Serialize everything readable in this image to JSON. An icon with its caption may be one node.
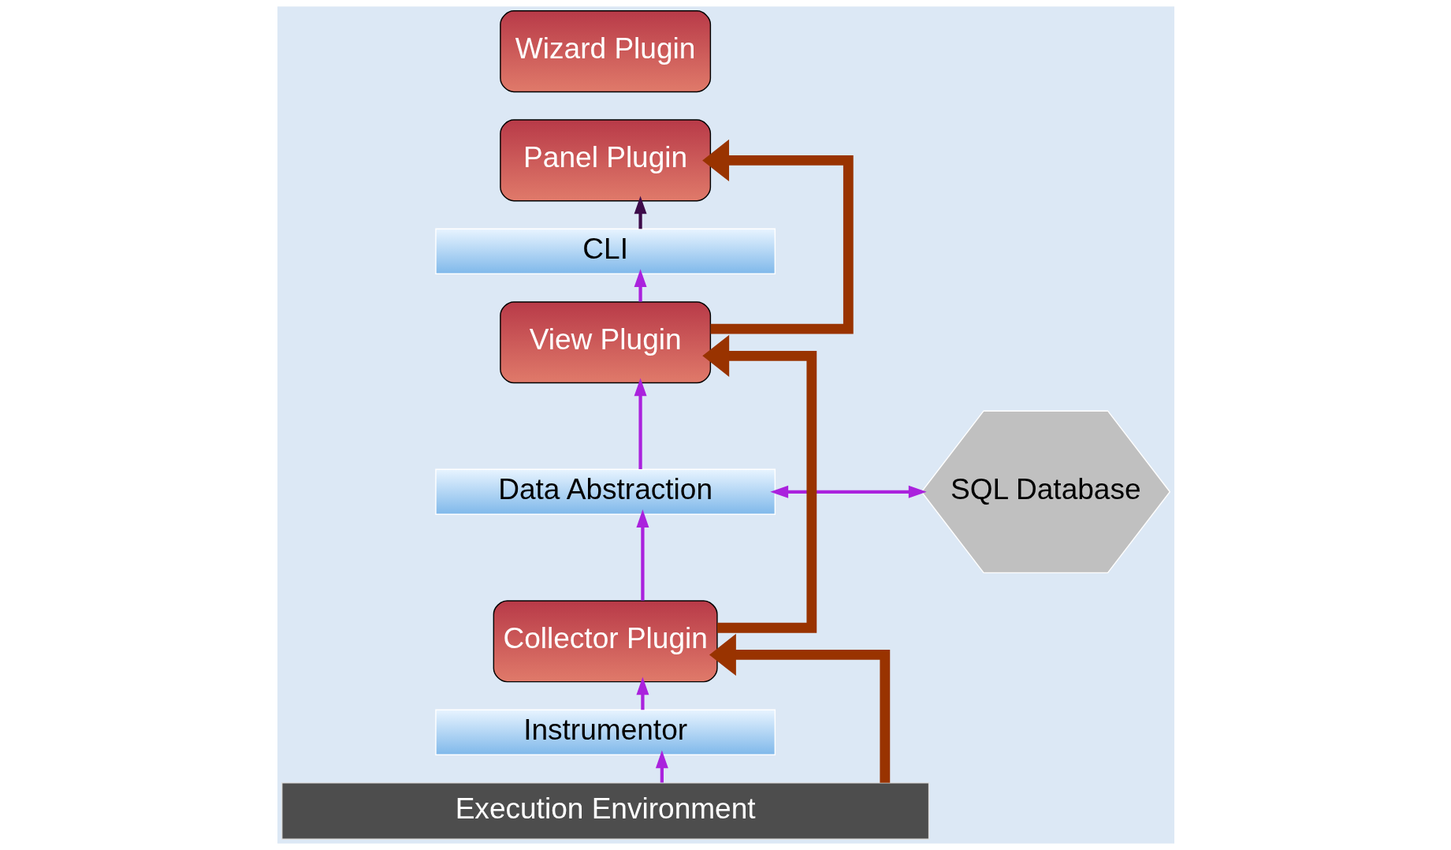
{
  "diagram": {
    "nodes": [
      {
        "text": [
          "Wizard Plugin"
        ]
      },
      {
        "text": [
          "Panel Plugin"
        ]
      },
      {
        "text": [
          "CLI"
        ]
      },
      {
        "text": [
          "View Plugin"
        ]
      },
      {
        "text": [
          "Data Abstraction"
        ]
      },
      {
        "text": [
          "SQL Database"
        ]
      },
      {
        "text": [
          "Collector Plugin"
        ]
      },
      {
        "text": [
          "Instrumentor"
        ]
      },
      {
        "text": [
          "Execution Environment"
        ]
      }
    ],
    "edges": [
      {
        "from": 2,
        "to": 1,
        "arrow": "to",
        "color": "#3d0c4a"
      },
      {
        "from": 3,
        "to": 1,
        "arrow": "to",
        "style": "thick",
        "color": "#993300"
      },
      {
        "from": 3,
        "to": 2,
        "arrow": "to"
      },
      {
        "from": 4,
        "to": 3,
        "arrow": "to"
      },
      {
        "from": 4,
        "to": 5,
        "arrow": "both"
      },
      {
        "from": 6,
        "to": 3,
        "arrow": "to",
        "style": "thick",
        "color": "#993300"
      },
      {
        "from": 6,
        "to": 4,
        "arrow": "to"
      },
      {
        "from": 7,
        "to": 6,
        "arrow": "to"
      },
      {
        "from": 8,
        "to": 6,
        "arrow": "to",
        "style": "thick",
        "color": "#993300"
      },
      {
        "from": 8,
        "to": 7,
        "arrow": "to"
      }
    ]
  }
}
